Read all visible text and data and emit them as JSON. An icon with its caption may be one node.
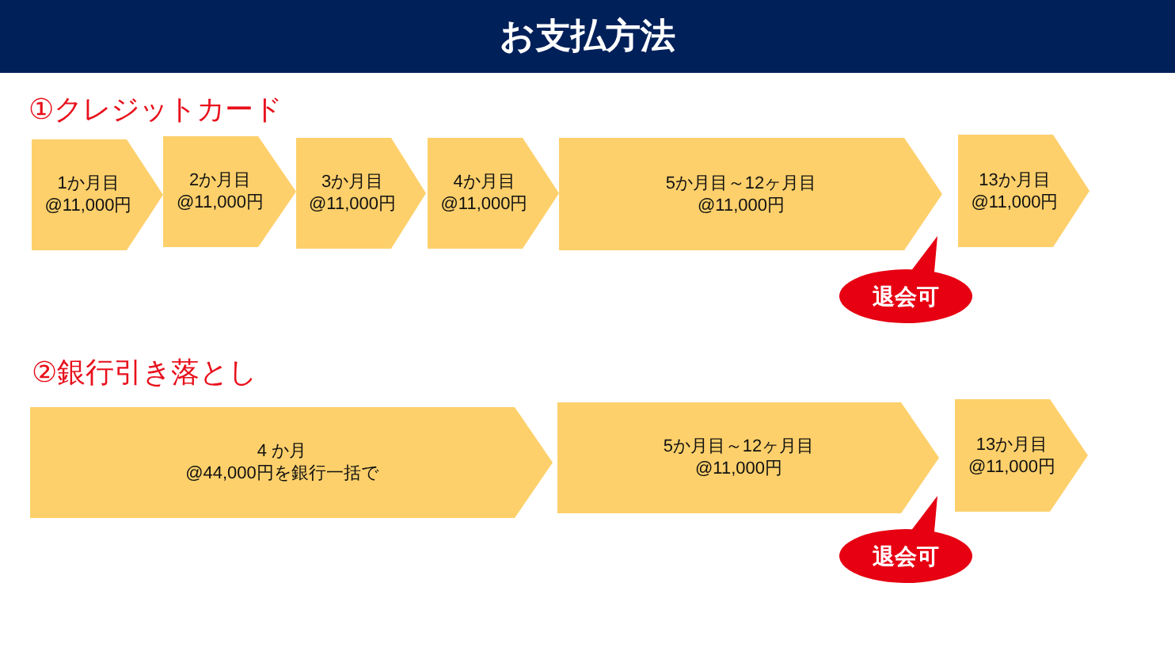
{
  "diagram": {
    "title": "お支払方法",
    "nodes": [
      {
        "text": [
          "1か月目",
          "@11,000円"
        ]
      },
      {
        "text": [
          "2か月目",
          "@11,000円"
        ]
      },
      {
        "text": [
          "3か月目",
          "@11,000円"
        ]
      },
      {
        "text": [
          "4か月目",
          "@11,000円"
        ]
      },
      {
        "text": [
          "5か月目～12ヶ月目",
          "@11,000円"
        ]
      },
      {
        "text": [
          "13か月目",
          "@11,000円"
        ]
      },
      {
        "text": [
          "退会可"
        ]
      },
      {
        "text": [
          "4 か月",
          "@44,000円を銀行一括で"
        ]
      },
      {
        "text": [
          "5か月目～12ヶ月目",
          "@11,000円"
        ]
      },
      {
        "text": [
          "13か月目",
          "@11,000円"
        ]
      },
      {
        "text": [
          "退会可"
        ]
      }
    ],
    "labels": [
      "①クレジットカード",
      "②銀行引き落とし"
    ]
  }
}
